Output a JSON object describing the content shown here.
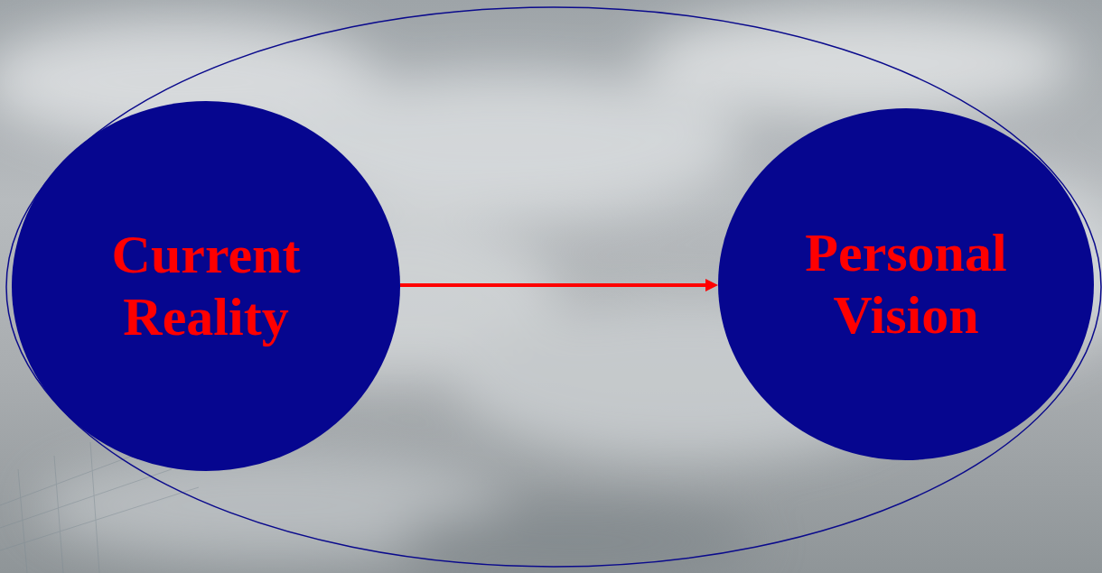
{
  "diagram": {
    "nodes": [
      {
        "text": [
          "Current Reality"
        ]
      },
      {
        "text": [
          "Personal Vision"
        ]
      }
    ],
    "edges": [
      {
        "from": 0,
        "to": 1,
        "arrow": "to"
      }
    ]
  }
}
